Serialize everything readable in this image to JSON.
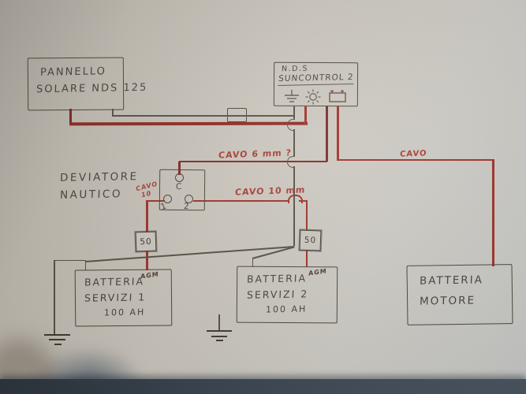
{
  "solar_panel": {
    "line1": "PANNELLO",
    "line2": "SOLARE NDS 125"
  },
  "controller": {
    "line1": "N.D.S",
    "line2": "SUNCONTROL 2",
    "icons": [
      "solar-input-icon",
      "sun-icon",
      "battery-icon"
    ]
  },
  "selector_switch": {
    "label_line1": "DEVIATORE",
    "label_line2": "NAUTICO",
    "terminal_common": "C",
    "terminal_1": "1",
    "terminal_2": "2"
  },
  "fuses": {
    "fuse1": "50",
    "fuse2": "50"
  },
  "cable_labels": {
    "to_switch_common": "CAVO 6 mm ?",
    "to_battery2": "CAVO 10 mm",
    "to_battery1_line1": "CAVO",
    "to_battery1_line2": "10",
    "to_motor_battery": "CAVO"
  },
  "batteries": [
    {
      "line1": "BATTERIA",
      "line2": "SERVIZI 1",
      "line3": "100 AH",
      "tag": "AGM"
    },
    {
      "line1": "BATTERIA",
      "line2": "SERVIZI 2",
      "line3": "100 AH",
      "tag": "AGM"
    },
    {
      "line1": "BATTERIA",
      "line2": "MOTORE"
    }
  ],
  "colors": {
    "positive_wire": "#9e2f26",
    "positive_wire_thick": "#8a2620",
    "negative_wire": "#554e44",
    "pencil_ink": "#46413a",
    "red_ink": "#a63a2e",
    "paper": "#c6c1b8"
  }
}
